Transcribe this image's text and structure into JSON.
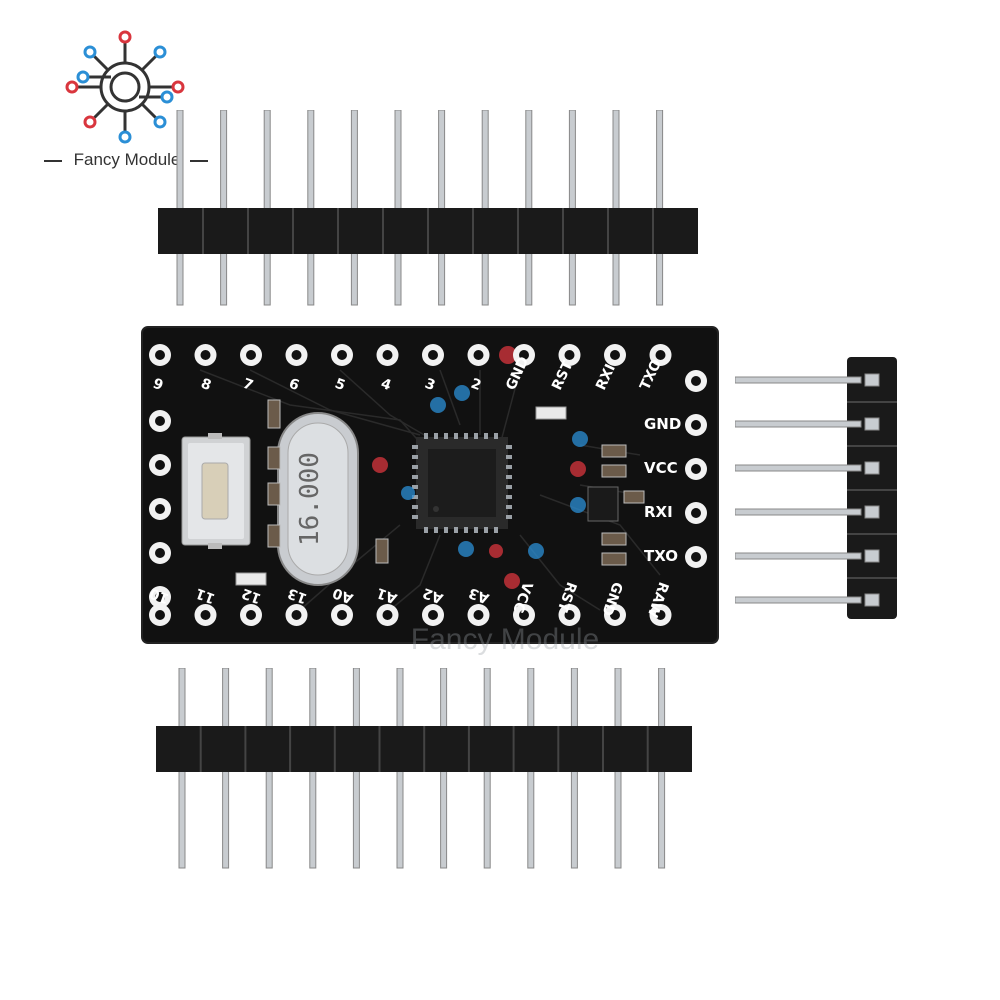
{
  "brand": {
    "name": "Fancy Module",
    "watermark": "Fancy Module",
    "colors": {
      "red": "#d9363e",
      "blue": "#2b8fd6",
      "dark": "#333333"
    }
  },
  "board": {
    "crystal_label": "16.000",
    "pcb_color": "#111111",
    "top_pins": [
      "9",
      "8",
      "7",
      "6",
      "5",
      "4",
      "3",
      "2",
      "GND",
      "RST",
      "RXI",
      "TXO"
    ],
    "bottom_pins": [
      "10",
      "11",
      "12",
      "13",
      "A0",
      "A1",
      "A2",
      "A3",
      "VCC",
      "RST",
      "GND",
      "RAW"
    ],
    "side_pins": [
      "GND",
      "VCC",
      "RXI",
      "TXO"
    ],
    "chip_icon": "microcontroller-chip-icon",
    "button_icon": "tactile-reset-button-icon"
  },
  "headers": {
    "top_pin_count": 12,
    "bottom_pin_count": 12,
    "right_pin_count": 6
  }
}
